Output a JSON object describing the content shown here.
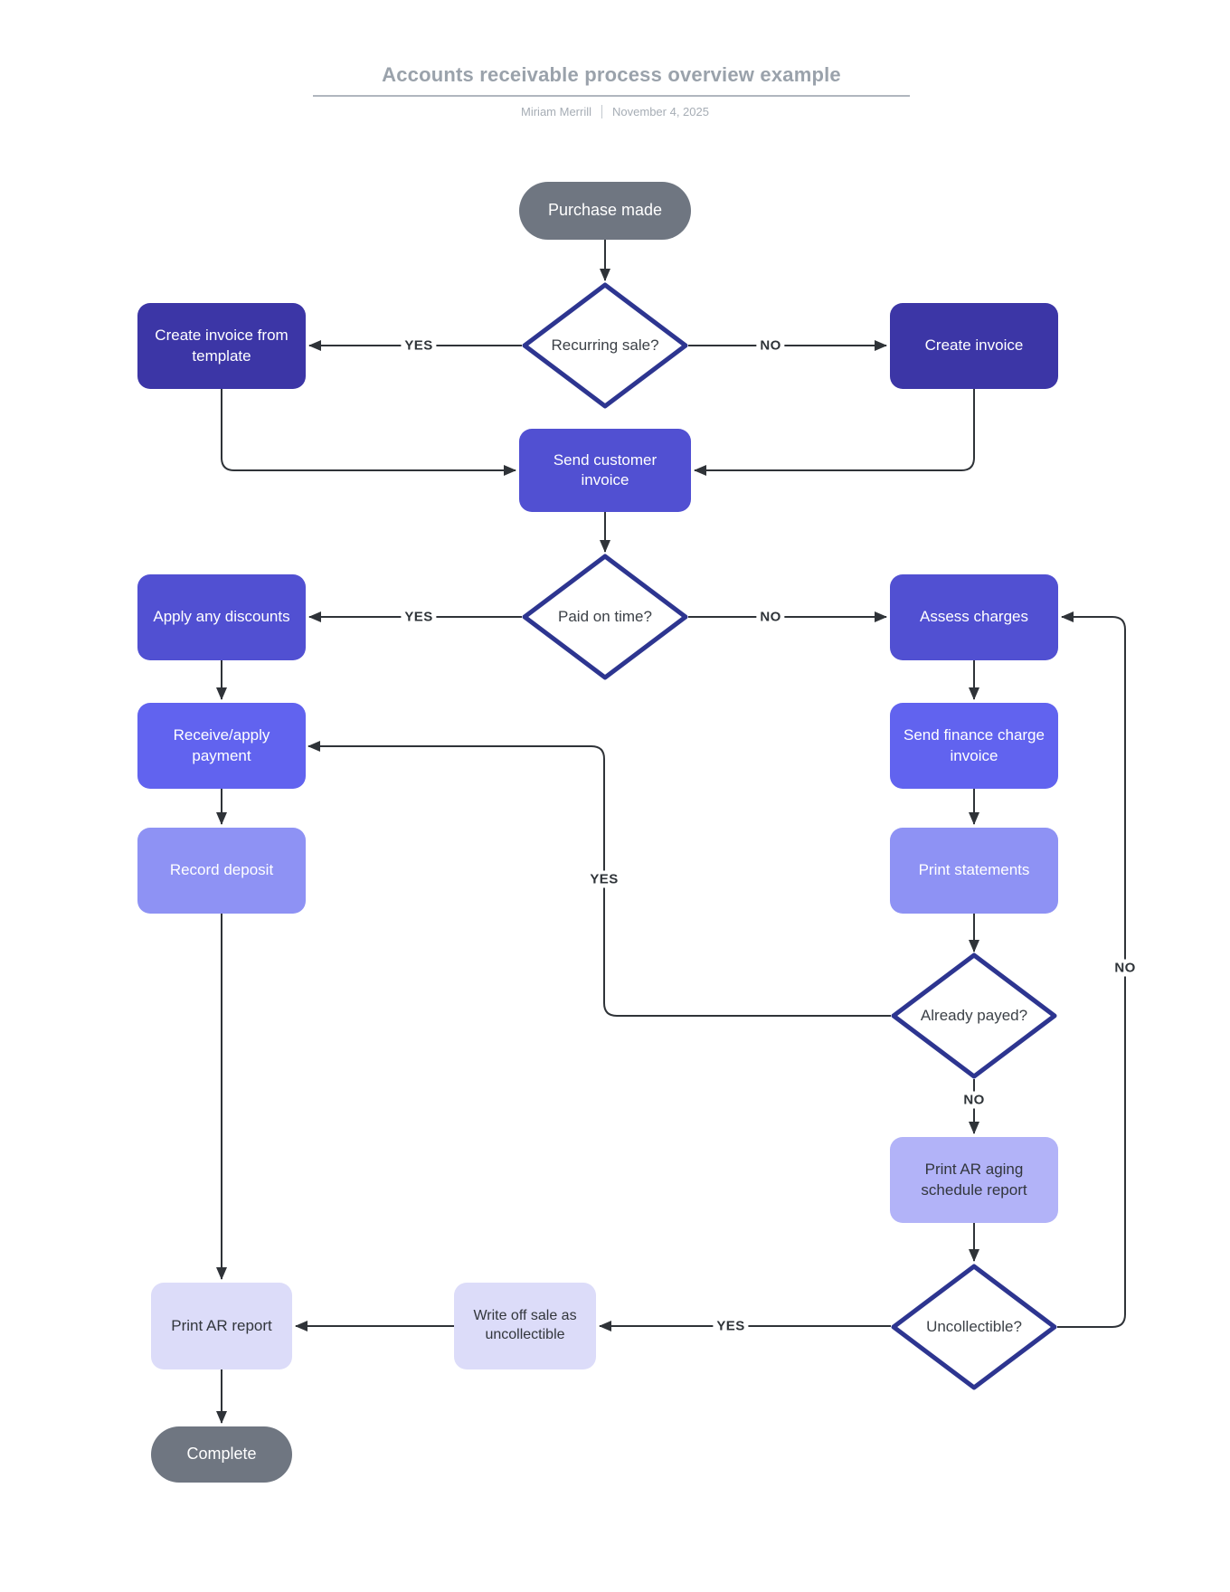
{
  "header": {
    "title": "Accounts receivable process overview example",
    "author": "Miriam Merrill",
    "date": "November 4, 2025"
  },
  "colors": {
    "terminal_fill": "#6f7681",
    "level1_fill": "#3c36a6",
    "level2_fill": "#5150d2",
    "level3_fill": "#6163ef",
    "level4_fill": "#8e92f4",
    "level5_fill": "#b2b3f8",
    "level6_fill": "#dcdcf9",
    "diamond_stroke": "#2d3590",
    "diamond_fill": "#ffffff",
    "line": "#2f3338"
  },
  "nodes": {
    "purchase_made": {
      "label": "Purchase made",
      "color": "#6f7681"
    },
    "recurring_sale": {
      "label": "Recurring sale?"
    },
    "create_invoice_from_template": {
      "label": "Create invoice from template",
      "color": "#3c36a6"
    },
    "create_invoice": {
      "label": "Create invoice",
      "color": "#3c36a6"
    },
    "send_customer_invoice": {
      "label": "Send customer invoice",
      "color": "#5150d2"
    },
    "paid_on_time": {
      "label": "Paid on time?"
    },
    "apply_any_discounts": {
      "label": "Apply any discounts",
      "color": "#5150d2"
    },
    "assess_charges": {
      "label": "Assess charges",
      "color": "#5150d2"
    },
    "receive_apply_payment": {
      "label": "Receive/apply payment",
      "color": "#6163ef"
    },
    "send_finance_charge_invoice": {
      "label": "Send finance charge invoice",
      "color": "#6163ef"
    },
    "record_deposit": {
      "label": "Record deposit",
      "color": "#8e92f4"
    },
    "print_statements": {
      "label": "Print statements",
      "color": "#8e92f4"
    },
    "already_payed": {
      "label": "Already payed?"
    },
    "print_ar_aging": {
      "label": "Print AR aging schedule report",
      "color": "#b2b3f8"
    },
    "uncollectible": {
      "label": "Uncollectible?"
    },
    "write_off_sale": {
      "label": "Write off sale as uncollectible",
      "color": "#dcdcf9"
    },
    "print_ar_report": {
      "label": "Print AR report",
      "color": "#dcdcf9"
    },
    "complete": {
      "label": "Complete",
      "color": "#6f7681"
    }
  },
  "edge_labels": {
    "recurring_yes": "YES",
    "recurring_no": "NO",
    "paid_yes": "YES",
    "paid_no": "NO",
    "already_yes": "YES",
    "already_no": "NO",
    "uncollectible_yes": "YES",
    "uncollectible_no": "NO"
  }
}
